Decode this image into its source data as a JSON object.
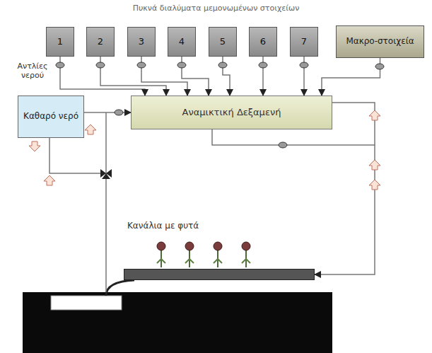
{
  "diagram": {
    "title": "Πυκνά διαλύματα μεμονωμένων στοιχείων",
    "nodes": [
      {
        "text": [
          "1"
        ]
      },
      {
        "text": [
          "2"
        ]
      },
      {
        "text": [
          "3"
        ]
      },
      {
        "text": [
          "4"
        ]
      },
      {
        "text": [
          "5"
        ]
      },
      {
        "text": [
          "6"
        ]
      },
      {
        "text": [
          "7"
        ]
      },
      {
        "text": [
          "Μακρο-στοιχεία"
        ]
      },
      {
        "text": [
          "Καθαρό νερό"
        ]
      },
      {
        "text": [
          "Αναμικτική Δεξαμενή"
        ]
      },
      {
        "text": [
          "Κανάλια με φυτά"
        ]
      }
    ],
    "edges": [
      {
        "from": 0,
        "to": 9,
        "arrow": "to"
      },
      {
        "from": 1,
        "to": 9,
        "arrow": "to"
      },
      {
        "from": 2,
        "to": 9,
        "arrow": "to"
      },
      {
        "from": 3,
        "to": 9,
        "arrow": "to"
      },
      {
        "from": 4,
        "to": 9,
        "arrow": "to"
      },
      {
        "from": 5,
        "to": 9,
        "arrow": "to"
      },
      {
        "from": 6,
        "to": 9,
        "arrow": "to"
      },
      {
        "from": 7,
        "to": 9,
        "arrow": "to"
      },
      {
        "from": 8,
        "to": 9,
        "arrow": "to"
      },
      {
        "from": 9,
        "to": 10,
        "arrow": "to"
      }
    ],
    "labels": [
      "Αντλίες νερού"
    ]
  }
}
